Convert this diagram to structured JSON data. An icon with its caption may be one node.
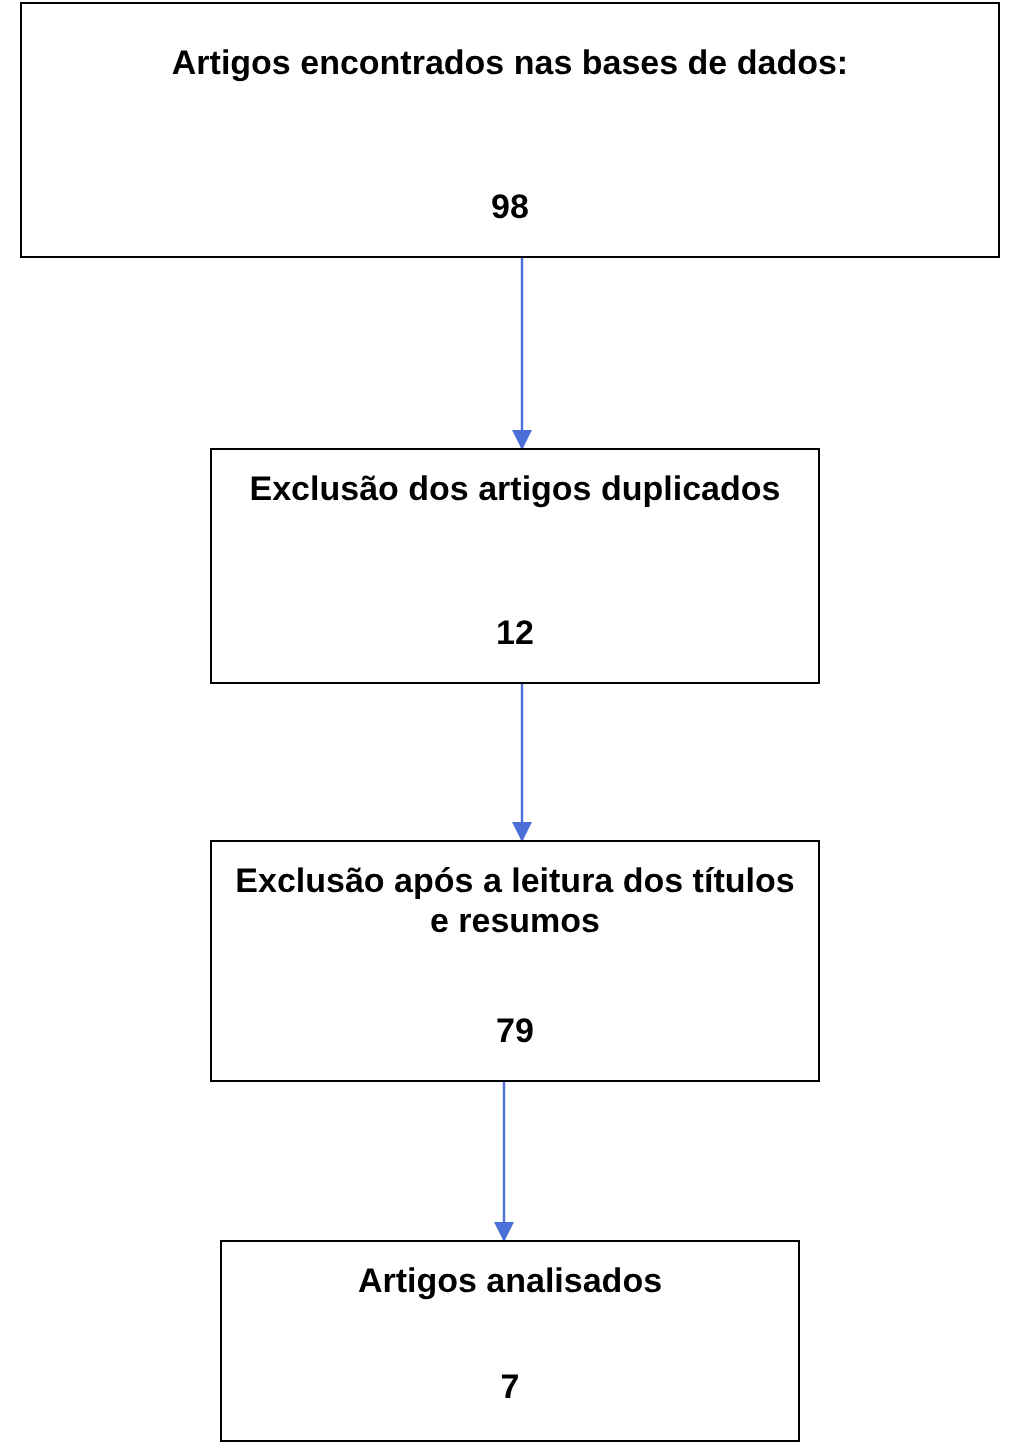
{
  "diagram": {
    "nodes": [
      {
        "text": [
          "Artigos encontrados nas bases de dados:",
          "98"
        ]
      },
      {
        "text": [
          "Exclusão dos artigos duplicados",
          "12"
        ]
      },
      {
        "text": [
          "Exclusão após a leitura dos títulos e resumos",
          "79"
        ]
      },
      {
        "text": [
          "Artigos analisados",
          "7"
        ]
      }
    ],
    "edges": [
      {
        "from": 0,
        "to": 1,
        "arrow": "to"
      },
      {
        "from": 1,
        "to": 2,
        "arrow": "to"
      },
      {
        "from": 2,
        "to": 3,
        "arrow": "to"
      }
    ]
  }
}
